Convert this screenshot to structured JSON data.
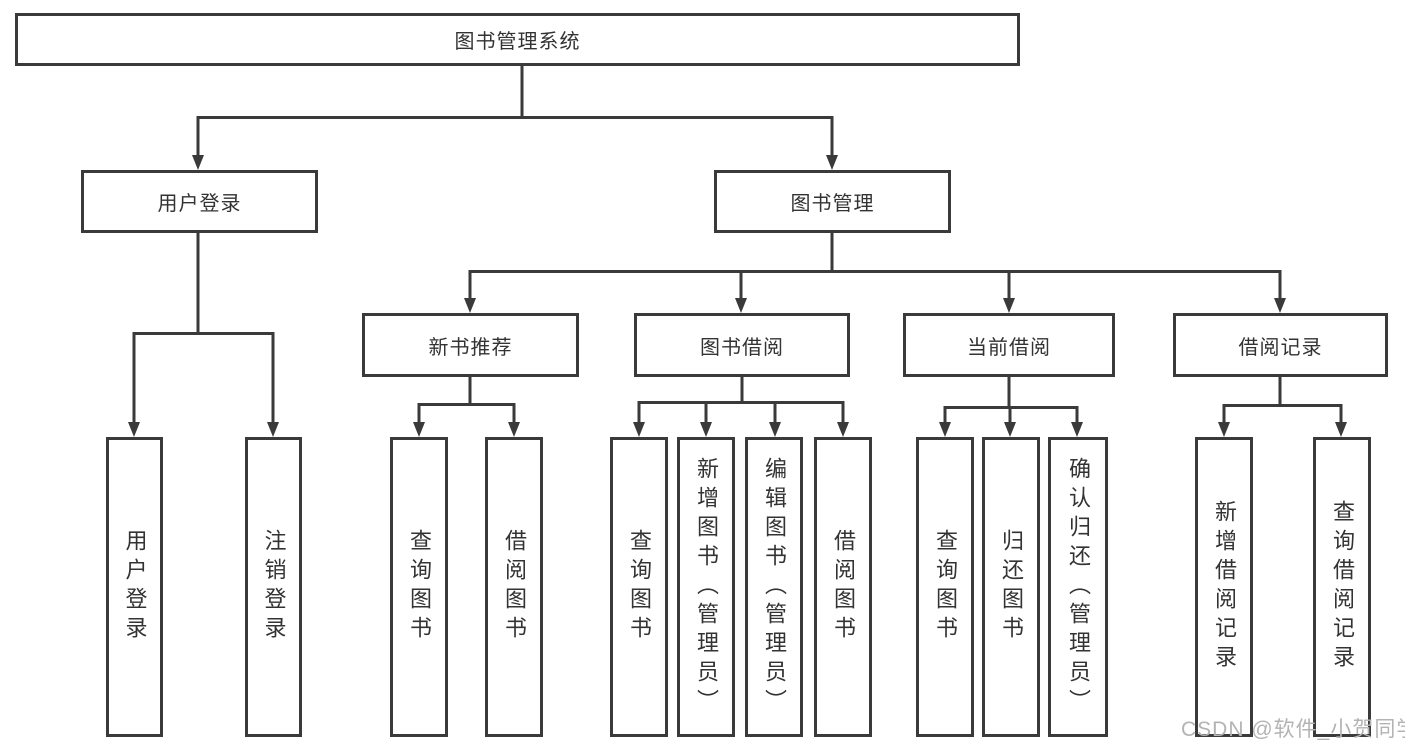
{
  "diagram": {
    "root": {
      "label": "图书管理系统"
    },
    "level2": [
      {
        "label": "用户登录"
      },
      {
        "label": "图书管理"
      }
    ],
    "level3": [
      {
        "label": "新书推荐"
      },
      {
        "label": "图书借阅"
      },
      {
        "label": "当前借阅"
      },
      {
        "label": "借阅记录"
      }
    ],
    "leaves": {
      "user_login": [
        {
          "label": "用户登录"
        },
        {
          "label": "注销登录"
        }
      ],
      "new_books": [
        {
          "label": "查询图书"
        },
        {
          "label": "借阅图书"
        }
      ],
      "book_borrowing": [
        {
          "label": "查询图书"
        },
        {
          "label": "新增图书（管理员）"
        },
        {
          "label": "编辑图书（管理员）"
        },
        {
          "label": "借阅图书"
        }
      ],
      "current_borrowing": [
        {
          "label": "查询图书"
        },
        {
          "label": "归还图书"
        },
        {
          "label": "确认归还（管理员）"
        }
      ],
      "borrow_records": [
        {
          "label": "新增借阅记录"
        },
        {
          "label": "查询借阅记录"
        }
      ]
    }
  },
  "watermark": {
    "text": "CSDN @软件_小贺同学"
  },
  "colors": {
    "line": "#3a3a3a",
    "text": "#333333",
    "watermark": "#b3b3b3",
    "background": "#ffffff"
  }
}
